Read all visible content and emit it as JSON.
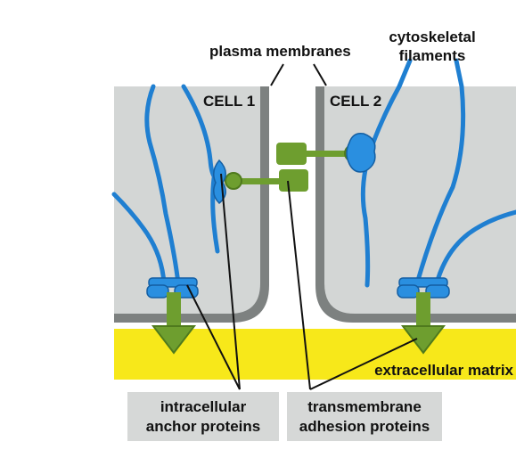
{
  "labels": {
    "plasma_membranes": "plasma membranes",
    "cytoskeletal_filaments_line1": "cytoskeletal",
    "cytoskeletal_filaments_line2": "filaments",
    "cell1": "CELL 1",
    "cell2": "CELL 2",
    "extracellular_matrix": "extracellular matrix",
    "intracellular_anchor_line1": "intracellular",
    "intracellular_anchor_line2": "anchor proteins",
    "transmembrane_adhesion_line1": "transmembrane",
    "transmembrane_adhesion_line2": "adhesion proteins"
  },
  "colors": {
    "cytoplasm": "#d3d6d5",
    "membrane": "#7d8180",
    "filament": "#1f7fd1",
    "anchor_protein": "#2a8fe0",
    "adhesion_protein": "#6e9e2f",
    "extracellular_matrix": "#f7e81a",
    "label_box": "#d6d8d7"
  }
}
